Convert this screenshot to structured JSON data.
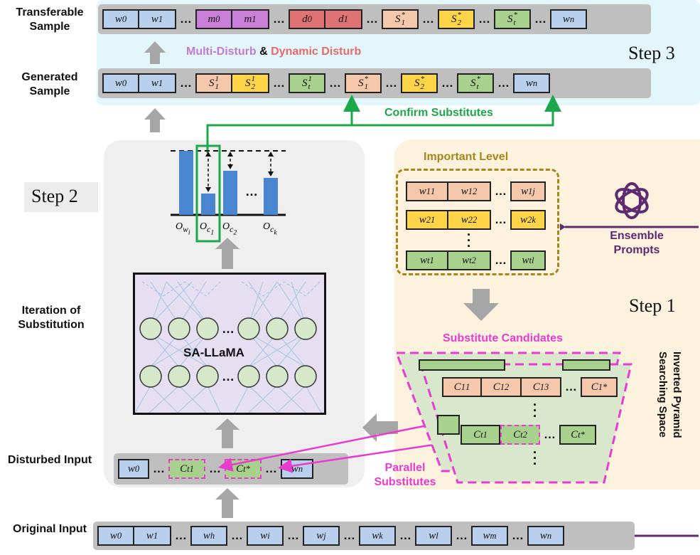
{
  "labels": {
    "transferable": "Transferable Sample",
    "generated": "Generated Sample",
    "iteration": "Iteration of Substitution",
    "disturbed": "Disturbed Input",
    "original": "Original Input"
  },
  "steps": {
    "s1": "Step 1",
    "s2": "Step 2",
    "s3": "Step 3"
  },
  "captions": {
    "multi": "Multi-Disturb",
    "amp": "&",
    "dynamic": "Dynamic Disturb",
    "confirm": "Confirm Substitutes",
    "important": "Important Level",
    "ensemble": "Ensemble Prompts",
    "candidates": "Substitute Candidates",
    "pyramid": "Inverted Pyramid Searching Space",
    "parallel": "Parallel Substitutes",
    "model": "SA-LLaMA"
  },
  "rows": {
    "transferable": [
      {
        "t": "w",
        "s": "0",
        "c": "blue"
      },
      {
        "t": "w",
        "s": "1",
        "c": "blue"
      },
      {
        "d": true
      },
      {
        "t": "m",
        "s": "0",
        "c": "purple"
      },
      {
        "t": "m",
        "s": "1",
        "c": "purple"
      },
      {
        "d": true
      },
      {
        "t": "d",
        "s": "0",
        "c": "red"
      },
      {
        "t": "d",
        "s": "1",
        "c": "red"
      },
      {
        "d": true
      },
      {
        "t": "S",
        "sub": "1",
        "sup": "*",
        "c": "peach"
      },
      {
        "d": true
      },
      {
        "t": "S",
        "sub": "2",
        "sup": "*",
        "c": "yellow"
      },
      {
        "d": true
      },
      {
        "t": "S",
        "sub": "t",
        "sup": "*",
        "c": "green"
      },
      {
        "d": true
      },
      {
        "t": "w",
        "s": "n",
        "c": "blue"
      }
    ],
    "generated": [
      {
        "t": "w",
        "s": "0",
        "c": "blue"
      },
      {
        "t": "w",
        "s": "1",
        "c": "blue"
      },
      {
        "d": true
      },
      {
        "t": "S",
        "sub": "1",
        "sup": "1",
        "c": "peach"
      },
      {
        "t": "S",
        "sub": "2",
        "sup": "1",
        "c": "yellow"
      },
      {
        "d": true
      },
      {
        "t": "S",
        "sub": "t",
        "sup": "1",
        "c": "green"
      },
      {
        "d": true
      },
      {
        "t": "S",
        "sub": "1",
        "sup": "*",
        "c": "peach"
      },
      {
        "d": true
      },
      {
        "t": "S",
        "sub": "2",
        "sup": "*",
        "c": "yellow"
      },
      {
        "d": true
      },
      {
        "t": "S",
        "sub": "t",
        "sup": "*",
        "c": "green"
      },
      {
        "d": true
      },
      {
        "t": "w",
        "s": "n",
        "c": "blue"
      }
    ],
    "original": [
      {
        "t": "w",
        "s": "0",
        "c": "blue"
      },
      {
        "t": "w",
        "s": "1",
        "c": "blue"
      },
      {
        "d": true
      },
      {
        "t": "w",
        "s": "h",
        "c": "blue"
      },
      {
        "d": true
      },
      {
        "t": "w",
        "s": "i",
        "c": "blue"
      },
      {
        "d": true
      },
      {
        "t": "w",
        "s": "j",
        "c": "blue"
      },
      {
        "d": true
      },
      {
        "t": "w",
        "s": "k",
        "c": "blue"
      },
      {
        "d": true
      },
      {
        "t": "w",
        "s": "l",
        "c": "blue"
      },
      {
        "d": true
      },
      {
        "t": "w",
        "s": "m",
        "c": "blue"
      },
      {
        "d": true
      },
      {
        "t": "w",
        "s": "n",
        "c": "blue"
      }
    ]
  },
  "bar_labels": [
    "O_{w_i}",
    "O_{c_1}",
    "O_{c_2}",
    "O_{c_k}"
  ],
  "colors": {
    "step3_bg": "#e3f6fb",
    "step2_bg": "#efefef",
    "step1_bg": "#fdf2de",
    "confirm": "#1aa84a",
    "pink": "#e83ccf",
    "purple_line": "#5e2a72",
    "bar": "#4a86cf"
  }
}
